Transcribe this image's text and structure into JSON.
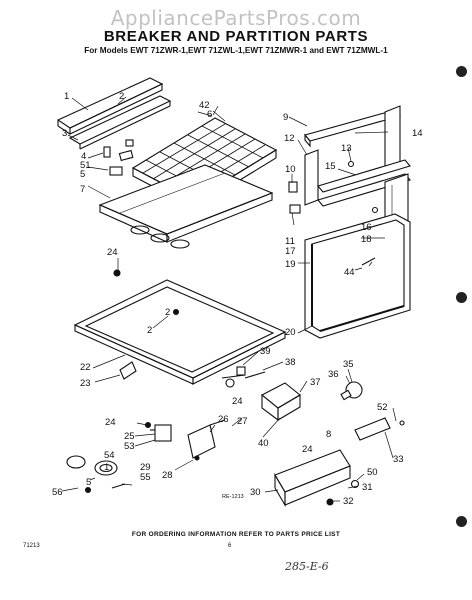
{
  "watermark": "AppliancePartsPros.com",
  "title": "BREAKER AND PARTITION PARTS",
  "subtitle": "For Models EWT 71ZWR-1,EWT 71ZWL-1,EWT 71ZMWR-1 and EWT 71ZMWL-1",
  "callouts": [
    "1",
    "2",
    "3",
    "4",
    "5",
    "6",
    "7",
    "9",
    "10",
    "11",
    "12",
    "13",
    "14",
    "15",
    "16",
    "17",
    "18",
    "19",
    "20",
    "2",
    "22",
    "23",
    "24",
    "25",
    "26",
    "27",
    "28",
    "29",
    "30",
    "31",
    "32",
    "33",
    "35",
    "36",
    "37",
    "38",
    "39",
    "40",
    "42",
    "44",
    "50",
    "51",
    "52",
    "53",
    "54",
    "55",
    "56",
    "24",
    "24",
    "8",
    "2",
    "5",
    "1",
    "24"
  ],
  "figure_code": "RE-1213",
  "footer": "FOR ORDERING INFORMATION REFER TO PARTS PRICE LIST",
  "code": "71213",
  "page_number": "6",
  "handwritten_note": "285-E-6"
}
